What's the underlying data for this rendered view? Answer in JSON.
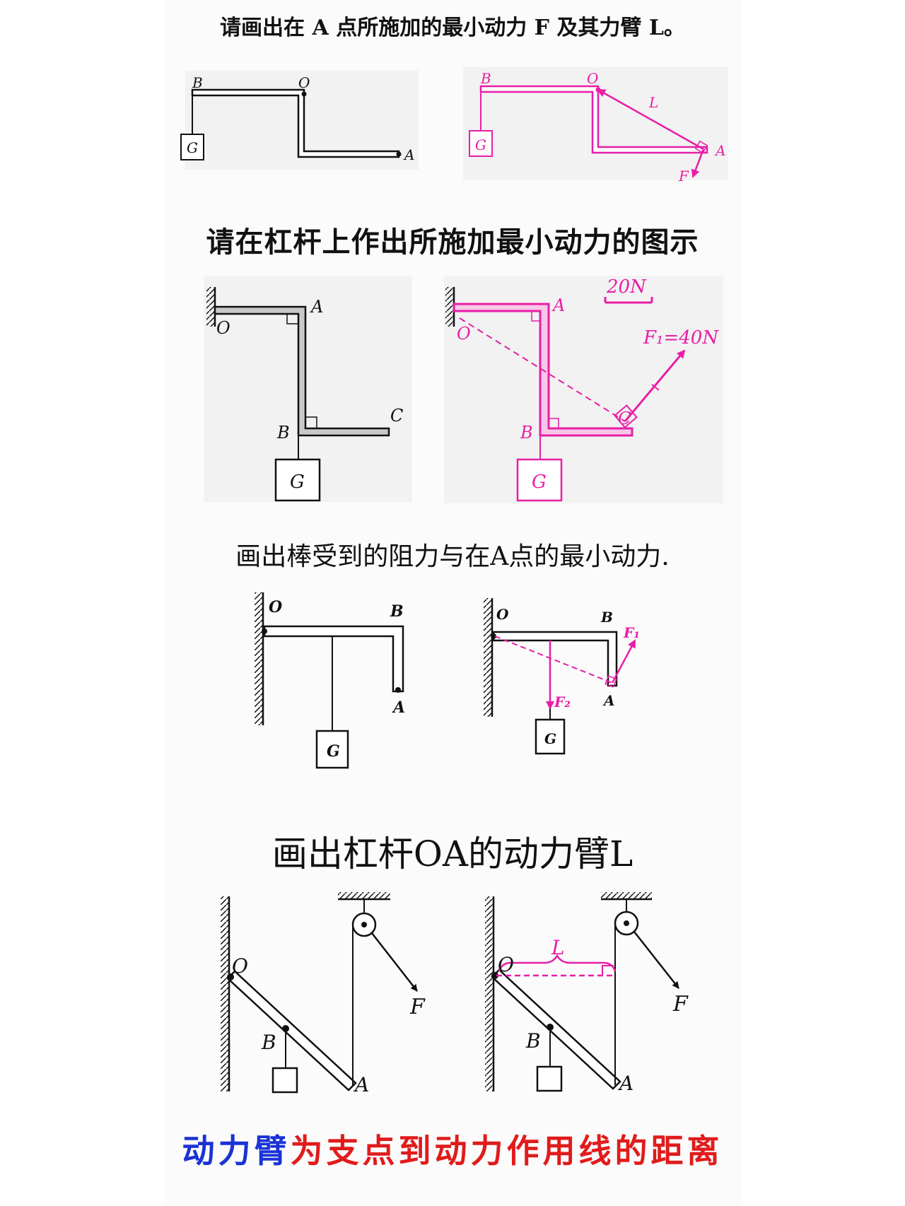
{
  "sections": [
    {
      "title": "请画出在 A 点所施加的最小动力 F 及其力臂 L。"
    },
    {
      "title": "请在杠杆上作出所施加最小动力的图示"
    },
    {
      "title": "画出棒受到的阻力与在A点的最小动力."
    },
    {
      "title": "画出杠杆OA的动力臂L"
    }
  ],
  "labels": {
    "d1": {
      "B": "B",
      "O": "O",
      "G": "G",
      "A": "A"
    },
    "d1s": {
      "B": "B",
      "O": "O",
      "G": "G",
      "A": "A",
      "L": "L",
      "F": "F"
    },
    "d2": {
      "A": "A",
      "O": "O",
      "B": "B",
      "C": "C",
      "G": "G"
    },
    "d2s": {
      "A": "A",
      "O": "O",
      "B": "B",
      "C": "C",
      "G": "G",
      "scale": "20N",
      "F1": "F₁=40N"
    },
    "d3": {
      "O": "O",
      "B": "B",
      "A": "A",
      "G": "G"
    },
    "d3s": {
      "O": "O",
      "B": "B",
      "A": "A",
      "G": "G",
      "F1": "F₁",
      "F2": "F₂"
    },
    "d4": {
      "O": "O",
      "B": "B",
      "A": "A",
      "F": "F"
    },
    "d4s": {
      "O": "O",
      "B": "B",
      "A": "A",
      "F": "F",
      "L": "L"
    }
  },
  "footer": {
    "part1": "动力臂",
    "part2": "为支点到动力作用线的距离"
  },
  "colors": {
    "ink": "#111111",
    "magenta": "#e81ea6",
    "blue": "#1a33d6",
    "red": "#e11b1b",
    "bar": "#c9c9c9",
    "barFill": "#f7c8e8"
  }
}
